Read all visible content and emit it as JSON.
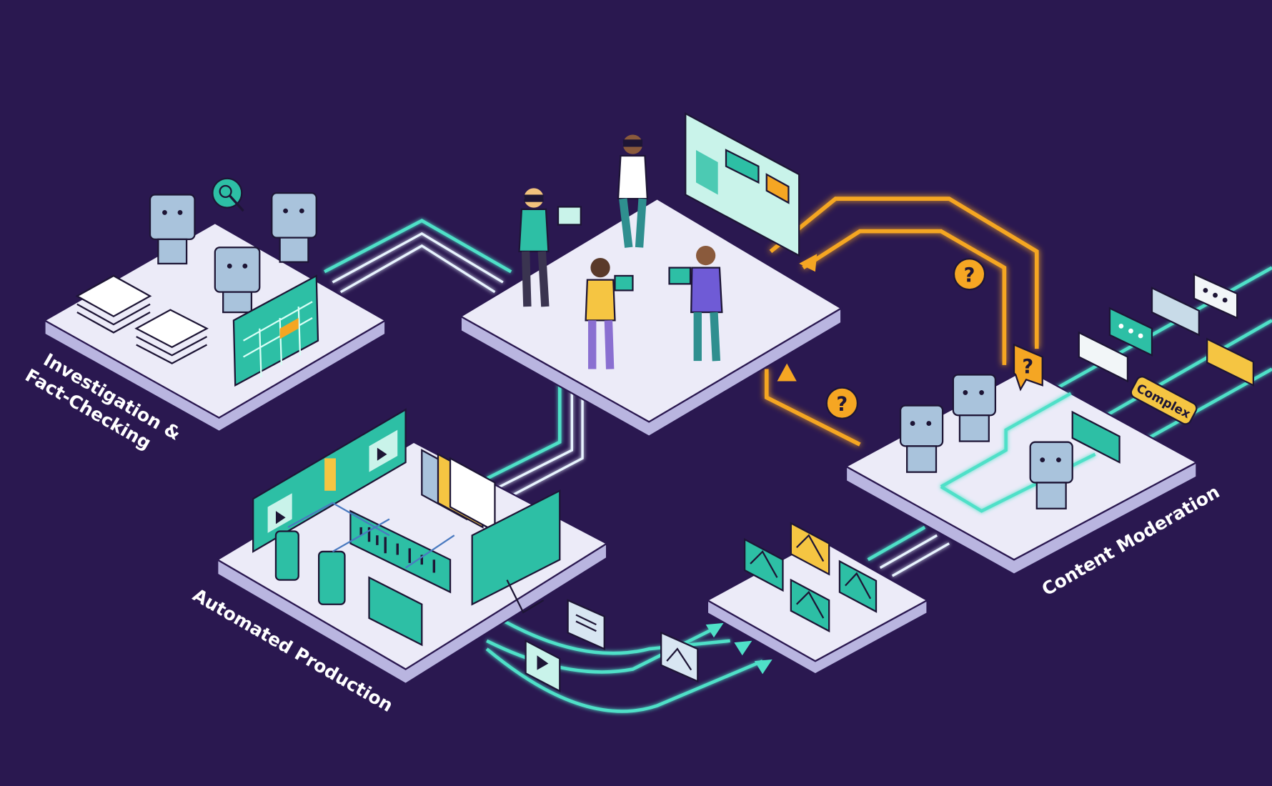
{
  "labels": {
    "investigation_line1": "Investigation &",
    "investigation_line2": "Fact-Checking",
    "automated_production": "Automated Production",
    "content_moderation": "Content Moderation",
    "complex_tag": "Complex",
    "question_mark": "?"
  },
  "colors": {
    "background": "#2a1850",
    "platform": "#ecebf8",
    "teal": "#4fe0c8",
    "orange": "#f5a623"
  },
  "icons": [
    "robot-icon",
    "magnifier-icon",
    "document-stack-icon",
    "spreadsheet-icon",
    "person-vr-icon",
    "dashboard-icon",
    "film-strip-icon",
    "phone-icon",
    "tablet-icon",
    "monitor-icon",
    "waveform-icon",
    "image-bubble-icon",
    "chat-bubble-icon",
    "question-icon",
    "play-icon"
  ]
}
